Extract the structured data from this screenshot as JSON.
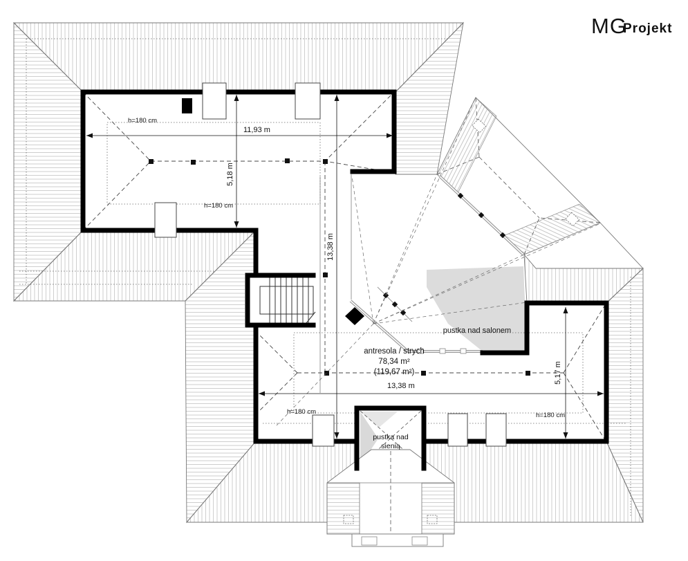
{
  "logo": {
    "part1": "MG",
    "part2": "Projekt"
  },
  "area_label": {
    "name": "antresola / strych",
    "area": "78,34 m²",
    "area_total": "(119,67 m²)"
  },
  "void_labels": {
    "salon": "pustka nad salonem",
    "sien_line1": "pustka nad",
    "sien_line2": "sienią"
  },
  "dimensions": {
    "upper_width": "11,93 m",
    "upper_depth": "5,18 m",
    "total_depth": "13,38 m",
    "lower_width": "13,38 m",
    "lower_depth": "5,17 m",
    "knee_height_labels": [
      "h=180 cm",
      "h=180 cm",
      "h=180 cm",
      "h=180 cm"
    ]
  },
  "colors": {
    "line": "#1a1a1a",
    "hatch": "#c2c2c2",
    "roof_edge": "#777777",
    "shade": "#dcdcdc",
    "glazing": "#9a9a9a"
  }
}
